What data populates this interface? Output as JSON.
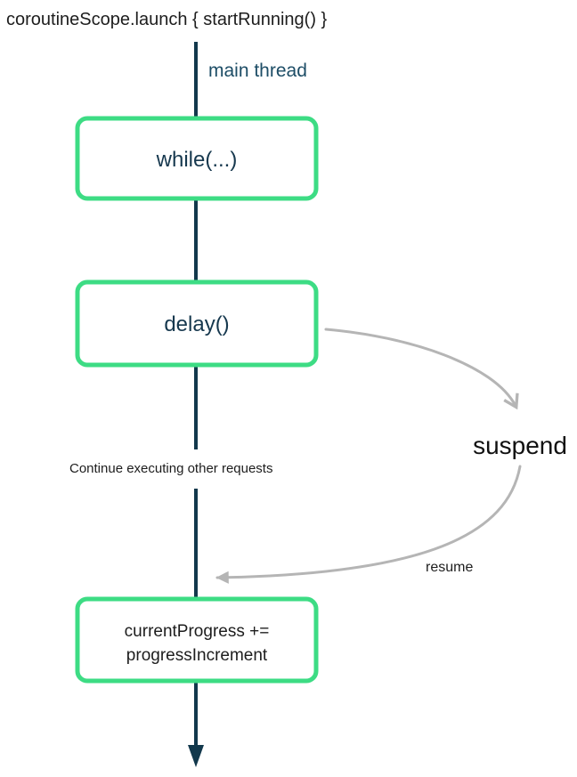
{
  "title": "coroutineScope.launch { startRunning() }",
  "thread": {
    "label": "main thread"
  },
  "boxes": {
    "while_loop": {
      "label": "while(...)"
    },
    "delay": {
      "label": "delay()"
    },
    "progress": {
      "line1": "currentProgress +=",
      "line2": "progressIncrement"
    }
  },
  "annotations": {
    "continue_text": "Continue executing other requests",
    "suspend": "suspend",
    "resume": "resume"
  },
  "colors": {
    "thread_line": "#12384c",
    "thread_label": "#1d4d66",
    "box_border": "#3ddc84",
    "box_text": "#16384e",
    "arrow_gray": "#b5b5b5",
    "text_black": "#1d1d1d"
  }
}
